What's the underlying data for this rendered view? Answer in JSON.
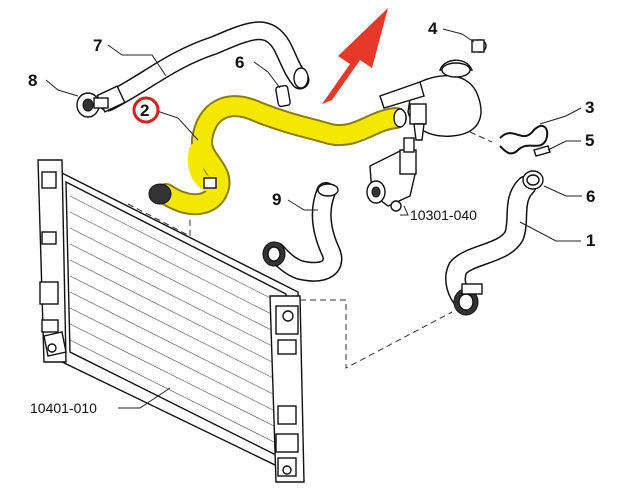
{
  "callouts": {
    "c1": "1",
    "c2": "2",
    "c3": "3",
    "c4": "4",
    "c5": "5",
    "c6a": "6",
    "c6b": "6",
    "c7": "7",
    "c8": "8",
    "c9": "9",
    "code_thermostat": "10301-040",
    "code_radiator": "10401-010"
  },
  "colors": {
    "highlight_hose": "#f5e800",
    "highlight_outline": "#8a7e00",
    "callout_ring": "#d62020",
    "arrow": "#e53a2a",
    "line": "#111111"
  },
  "icons": {
    "pointer": "red-arrow-icon"
  }
}
